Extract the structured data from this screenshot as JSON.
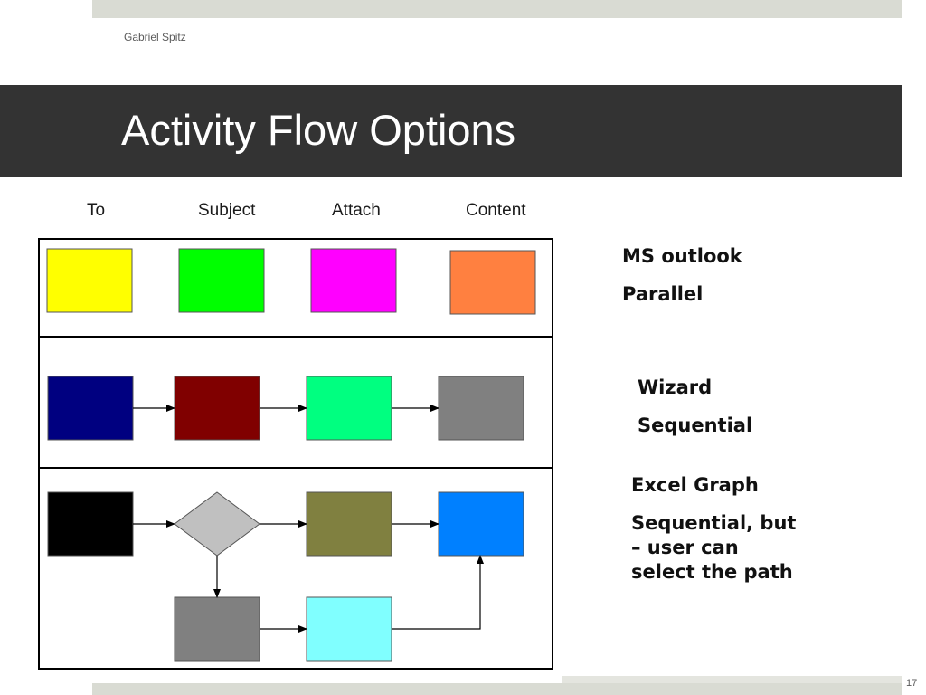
{
  "author": "Gabriel Spitz",
  "title": "Activity Flow Options",
  "columns": [
    "To",
    "Subject",
    "Attach",
    "Content"
  ],
  "rows": [
    {
      "colors": [
        "#ffff00",
        "#00ff00",
        "#ff00ff",
        "#ff8040"
      ],
      "notes": [
        "MS outlook",
        "Parallel"
      ]
    },
    {
      "colors": [
        "#000080",
        "#800000",
        "#00ff80",
        "#808080"
      ],
      "notes": [
        "Wizard",
        "Sequential"
      ]
    },
    {
      "colors": [
        "#000000",
        "#c0c0c0",
        "#808040",
        "#0080ff",
        "#808080",
        "#80ffff"
      ],
      "notes": [
        "Excel Graph",
        "Sequential, but",
        "– user can",
        "select the path"
      ]
    }
  ],
  "page_number": "17"
}
